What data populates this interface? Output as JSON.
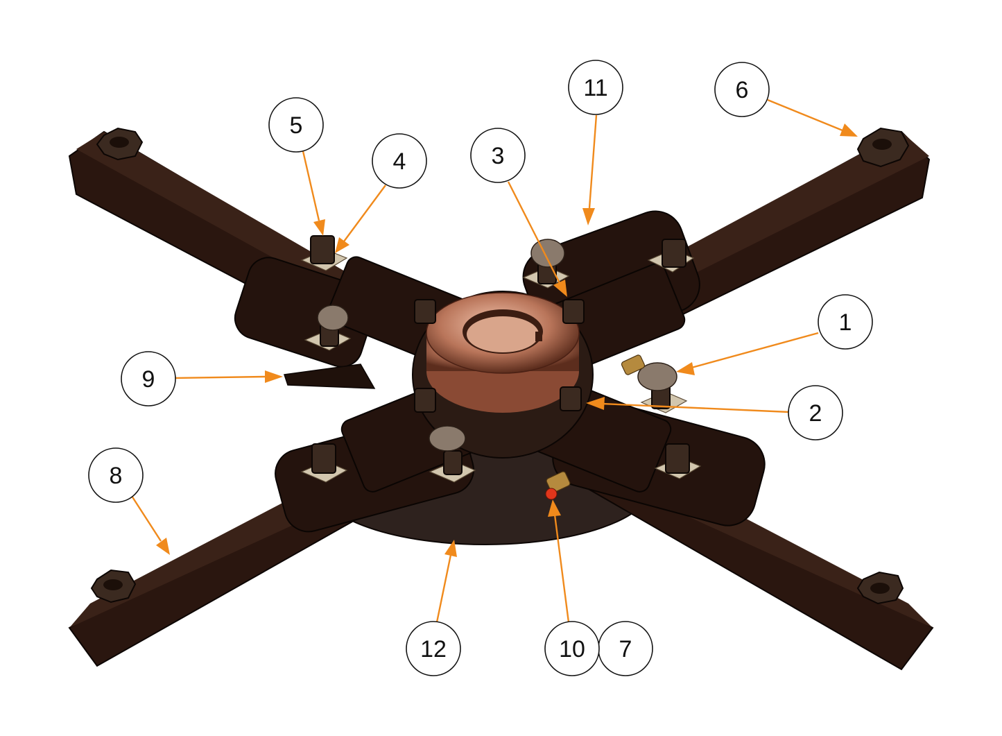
{
  "callouts": [
    {
      "label": "1"
    },
    {
      "label": "2"
    },
    {
      "label": "3"
    },
    {
      "label": "4"
    },
    {
      "label": "5"
    },
    {
      "label": "6"
    },
    {
      "label": "7"
    },
    {
      "label": "8"
    },
    {
      "label": "9"
    },
    {
      "label": "10"
    },
    {
      "label": "11"
    },
    {
      "label": "12"
    }
  ],
  "colors": {
    "leader": "#f08a1c",
    "metal_dark": "#2a160f",
    "hub_copper": "#b9755a",
    "washer": "#d2c6ae",
    "brass_fitting": "#b58a3e",
    "grease_nipple_tip": "#e0361b"
  }
}
